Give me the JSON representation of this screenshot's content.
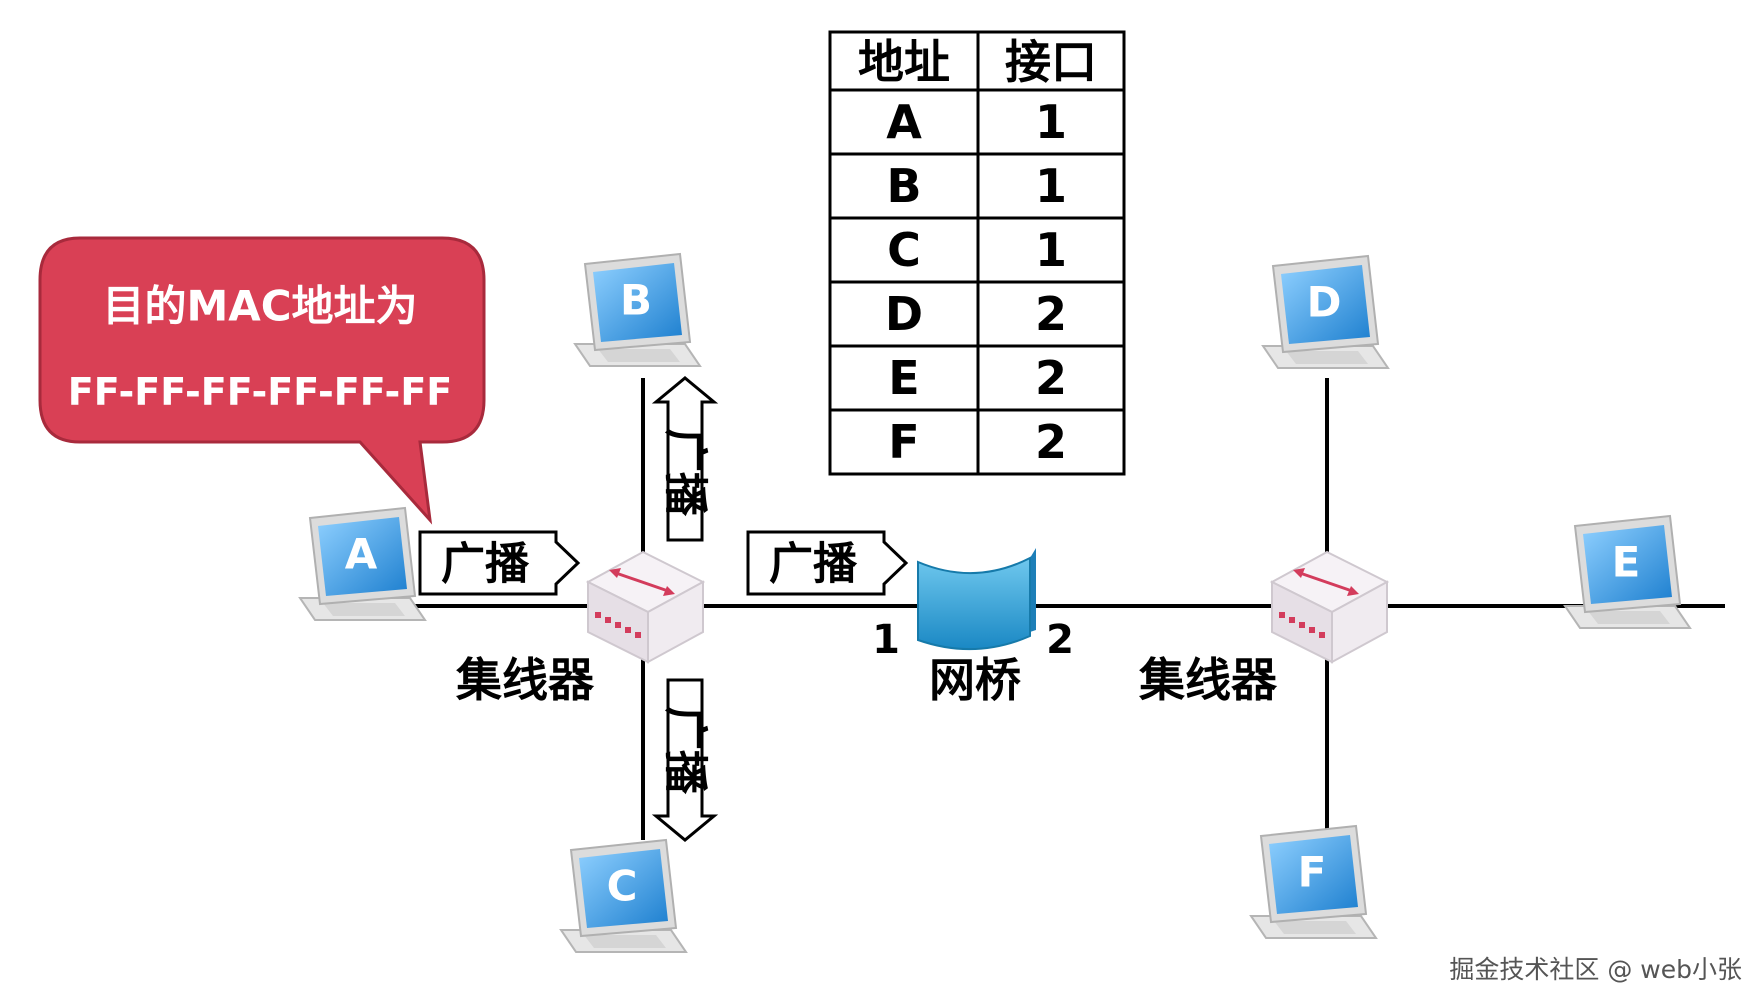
{
  "table": {
    "headers": [
      "地址",
      "接口"
    ],
    "rows": [
      [
        "A",
        "1"
      ],
      [
        "B",
        "1"
      ],
      [
        "C",
        "1"
      ],
      [
        "D",
        "2"
      ],
      [
        "E",
        "2"
      ],
      [
        "F",
        "2"
      ]
    ]
  },
  "callout": {
    "line1": "目的MAC地址为",
    "line2": "FF-FF-FF-FF-FF-FF"
  },
  "broadcast": "广播",
  "hub_label": "集线器",
  "bridge_label": "网桥",
  "port1": "1",
  "port2": "2",
  "hosts": {
    "a": "A",
    "b": "B",
    "c": "C",
    "d": "D",
    "e": "E",
    "f": "F"
  },
  "watermark": "掘金技术社区 @ web小张",
  "colors": {
    "callout": "#d94055",
    "screen": "#3d9be0",
    "bridge": "#2a9fd6",
    "hub": "#ece6ec"
  }
}
